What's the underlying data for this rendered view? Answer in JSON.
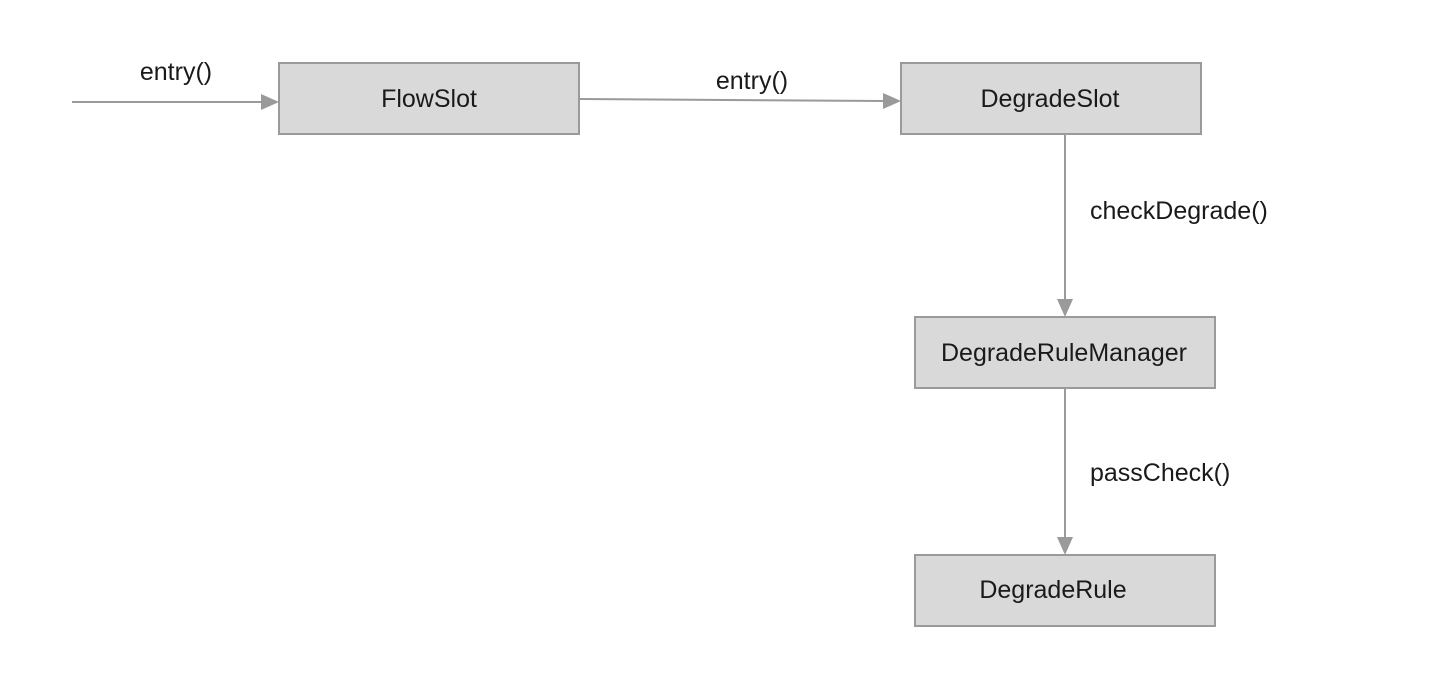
{
  "nodes": {
    "flow_slot": "FlowSlot",
    "degrade_slot": "DegradeSlot",
    "degrade_rule_manager": "DegradeRuleManager",
    "degrade_rule": "DegradeRule"
  },
  "edges": {
    "incoming_entry": "entry()",
    "flowslot_to_degradeslot": "entry()",
    "check_degrade": "checkDegrade()",
    "pass_check": "passCheck()"
  },
  "colors": {
    "node_fill": "#d9d9d9",
    "node_border": "#9a9a9a",
    "edge": "#9a9a9a",
    "text": "#1a1a1a"
  }
}
